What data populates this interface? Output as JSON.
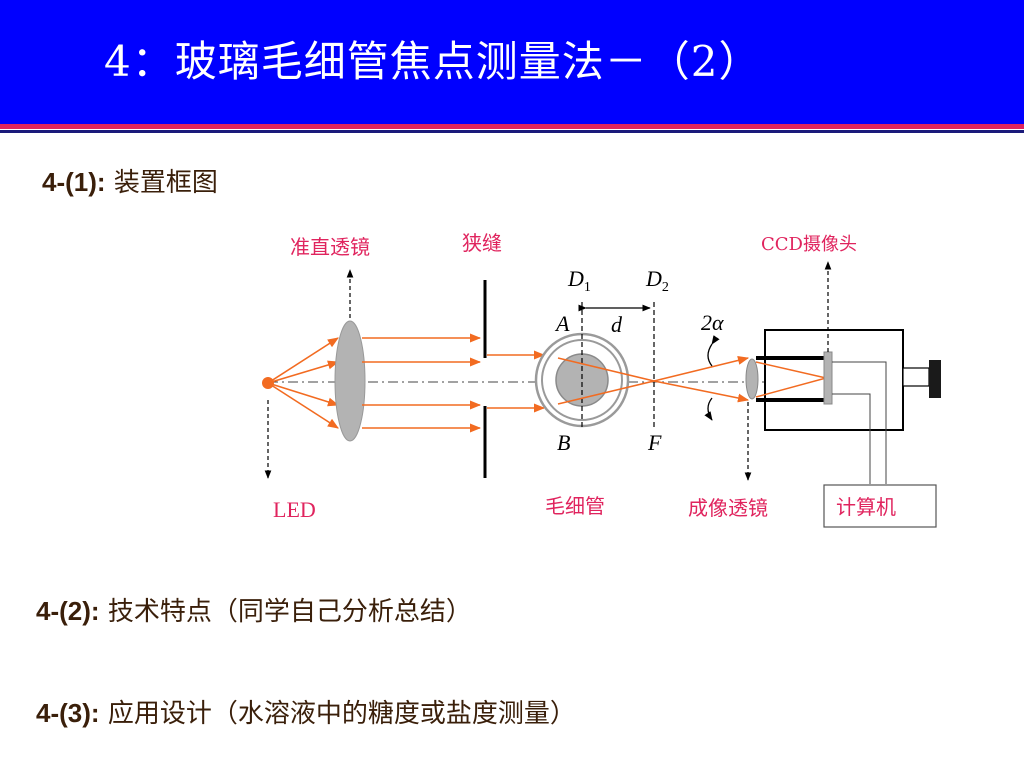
{
  "slide": {
    "title": "4：玻璃毛细管焦点测量法－（2）",
    "colors": {
      "header": "#0000ff",
      "rule": "#e0245e",
      "label_red": "#e0245e",
      "ray": "#f26b21",
      "heading": "#3a1f0a"
    }
  },
  "sections": [
    {
      "label": "4-(1):",
      "text": "装置框图"
    },
    {
      "label": "4-(2):",
      "text": "技术特点（同学自己分析总结）"
    },
    {
      "label": "4-(3):",
      "text": "应用设计（水溶液中的糖度或盐度测量）"
    }
  ],
  "diagram": {
    "labels": {
      "collimating_lens": "准直透镜",
      "slit": "狭缝",
      "ccd_camera": "CCD摄像头",
      "led": "LED",
      "capillary": "毛细管",
      "imaging_lens": "成像透镜",
      "computer": "计算机",
      "d1": "D",
      "d1_sub": "1",
      "d2": "D",
      "d2_sub": "2",
      "point_a": "A",
      "point_b": "B",
      "point_f": "F",
      "distance_d": "d",
      "angle": "2α"
    },
    "icons": [
      "led-source",
      "lens",
      "slit",
      "capillary-tube",
      "camera",
      "computer-box"
    ]
  }
}
